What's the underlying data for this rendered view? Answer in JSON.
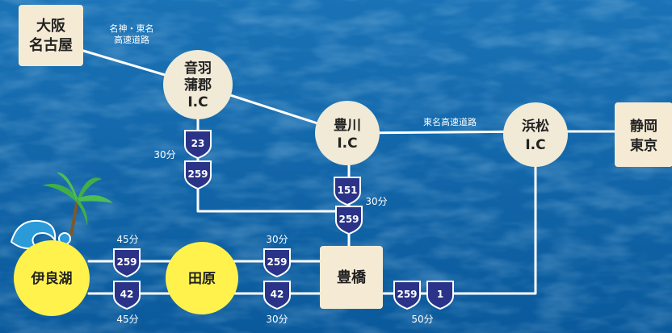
{
  "places": {
    "osaka_nagoya": [
      "大阪",
      "名古屋"
    ],
    "otowa_gamagori_ic": [
      "音羽",
      "蒲郡",
      "I.C"
    ],
    "toyokawa_ic": [
      "豊川",
      "I.C"
    ],
    "hamamatsu_ic": [
      "浜松",
      "I.C"
    ],
    "shizuoka_tokyo": [
      "静岡",
      "東京"
    ],
    "irago": "伊良湖",
    "tahara": "田原",
    "toyohashi": "豊橋"
  },
  "expressways": {
    "meishin_tomei": [
      "名神・東名",
      "高速道路"
    ],
    "tomei": "東名高速道路"
  },
  "route_shields": {
    "r23": "23",
    "r259_a": "259",
    "r151": "151",
    "r259_b": "259",
    "r259_c": "259",
    "r42_c": "42",
    "r259_d": "259",
    "r42_d": "42",
    "r259_e": "259",
    "r1": "1"
  },
  "times": {
    "otowa_to_toyohashi": "30分",
    "toyokawa_to_toyohashi": "30分",
    "irago_tahara_upper": "45分",
    "irago_tahara_lower": "45分",
    "tahara_toyohashi_upper": "30分",
    "tahara_toyohashi_lower": "30分",
    "toyohashi_hamamatsu": "50分"
  },
  "colors": {
    "sea": "#0f67aa",
    "road": "#ffffff",
    "place_box": "#f5ebd5",
    "ic_circle": "#f0ead6",
    "highlight_circle": "#fff24d",
    "shield": "#2a3388",
    "palm_leaf": "#3fae49",
    "wave": "#2a9ad8",
    "text_dark": "#222222",
    "text_light": "#ffffff"
  }
}
